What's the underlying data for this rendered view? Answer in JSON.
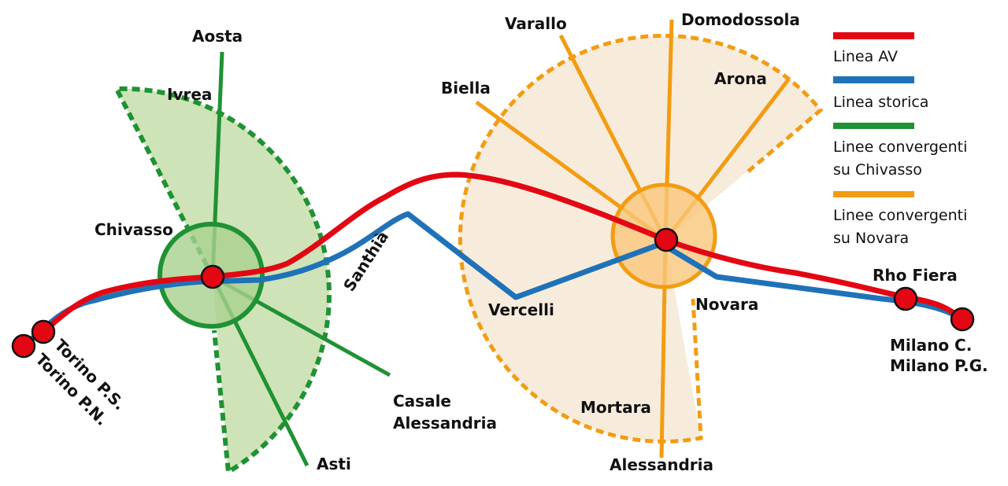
{
  "colors": {
    "linea_av": "#e30613",
    "linea_storica": "#1f72b8",
    "chivasso": "#1f9234",
    "novara": "#f39c12",
    "chivasso_area": "#cfe3b8",
    "novara_area": "#f7ecdc"
  },
  "stations": {
    "torino_ps": "Torino P.S.",
    "torino_pn": "Torino P.N.",
    "chivasso": "Chivasso",
    "santhia": "Santhià",
    "vercelli": "Vercelli",
    "novara": "Novara",
    "rho_fiera": "Rho Fiera",
    "milano_c": "Milano C.",
    "milano_pg": "Milano P.G."
  },
  "branches_chivasso": {
    "aosta": "Aosta",
    "ivrea": "Ivrea",
    "asti": "Asti",
    "casale": "Casale",
    "alessandria": "Alessandria"
  },
  "branches_novara": {
    "varallo": "Varallo",
    "domodossola": "Domodossola",
    "arona": "Arona",
    "biella": "Biella",
    "mortara": "Mortara",
    "alessandria": "Alessandria"
  },
  "legend": [
    {
      "label": "Linea AV",
      "color": "#e30613"
    },
    {
      "label": "Linea storica",
      "color": "#1f72b8"
    },
    {
      "label": "Linee convergenti",
      "label2": "su Chivasso",
      "color": "#1f9234"
    },
    {
      "label": "Linee convergenti",
      "label2": "su Novara",
      "color": "#f39c12"
    }
  ]
}
